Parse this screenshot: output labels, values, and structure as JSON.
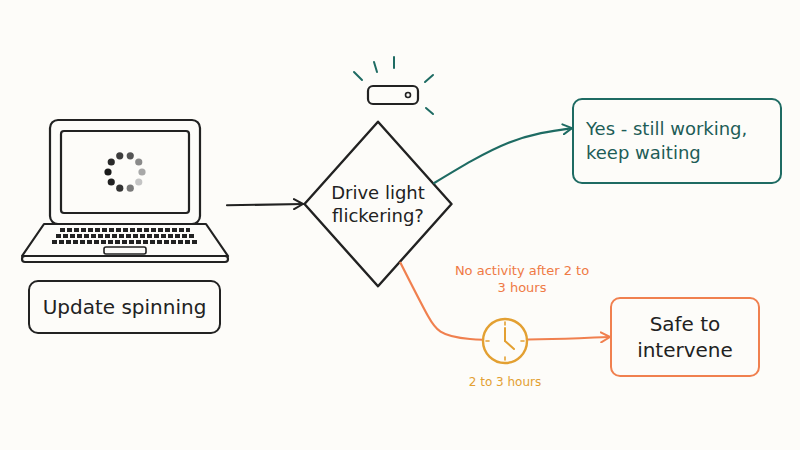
{
  "diagram": {
    "nodes": [
      {
        "text": [
          "Update spinning"
        ]
      },
      {
        "text": [
          "Drive light flickering?"
        ]
      },
      {
        "text": [
          "Yes - still working, keep waiting"
        ]
      },
      {
        "text": [
          "Safe to intervene"
        ]
      }
    ],
    "edges": [
      {
        "from": 0,
        "to": 1,
        "arrow": "to"
      },
      {
        "from": 1,
        "to": 2,
        "arrow": "to"
      },
      {
        "from": 1,
        "to": 3,
        "label": "No activity after 2 to 3 hours",
        "arrow": "to"
      }
    ],
    "labels": [
      "2 to 3 hours"
    ]
  }
}
